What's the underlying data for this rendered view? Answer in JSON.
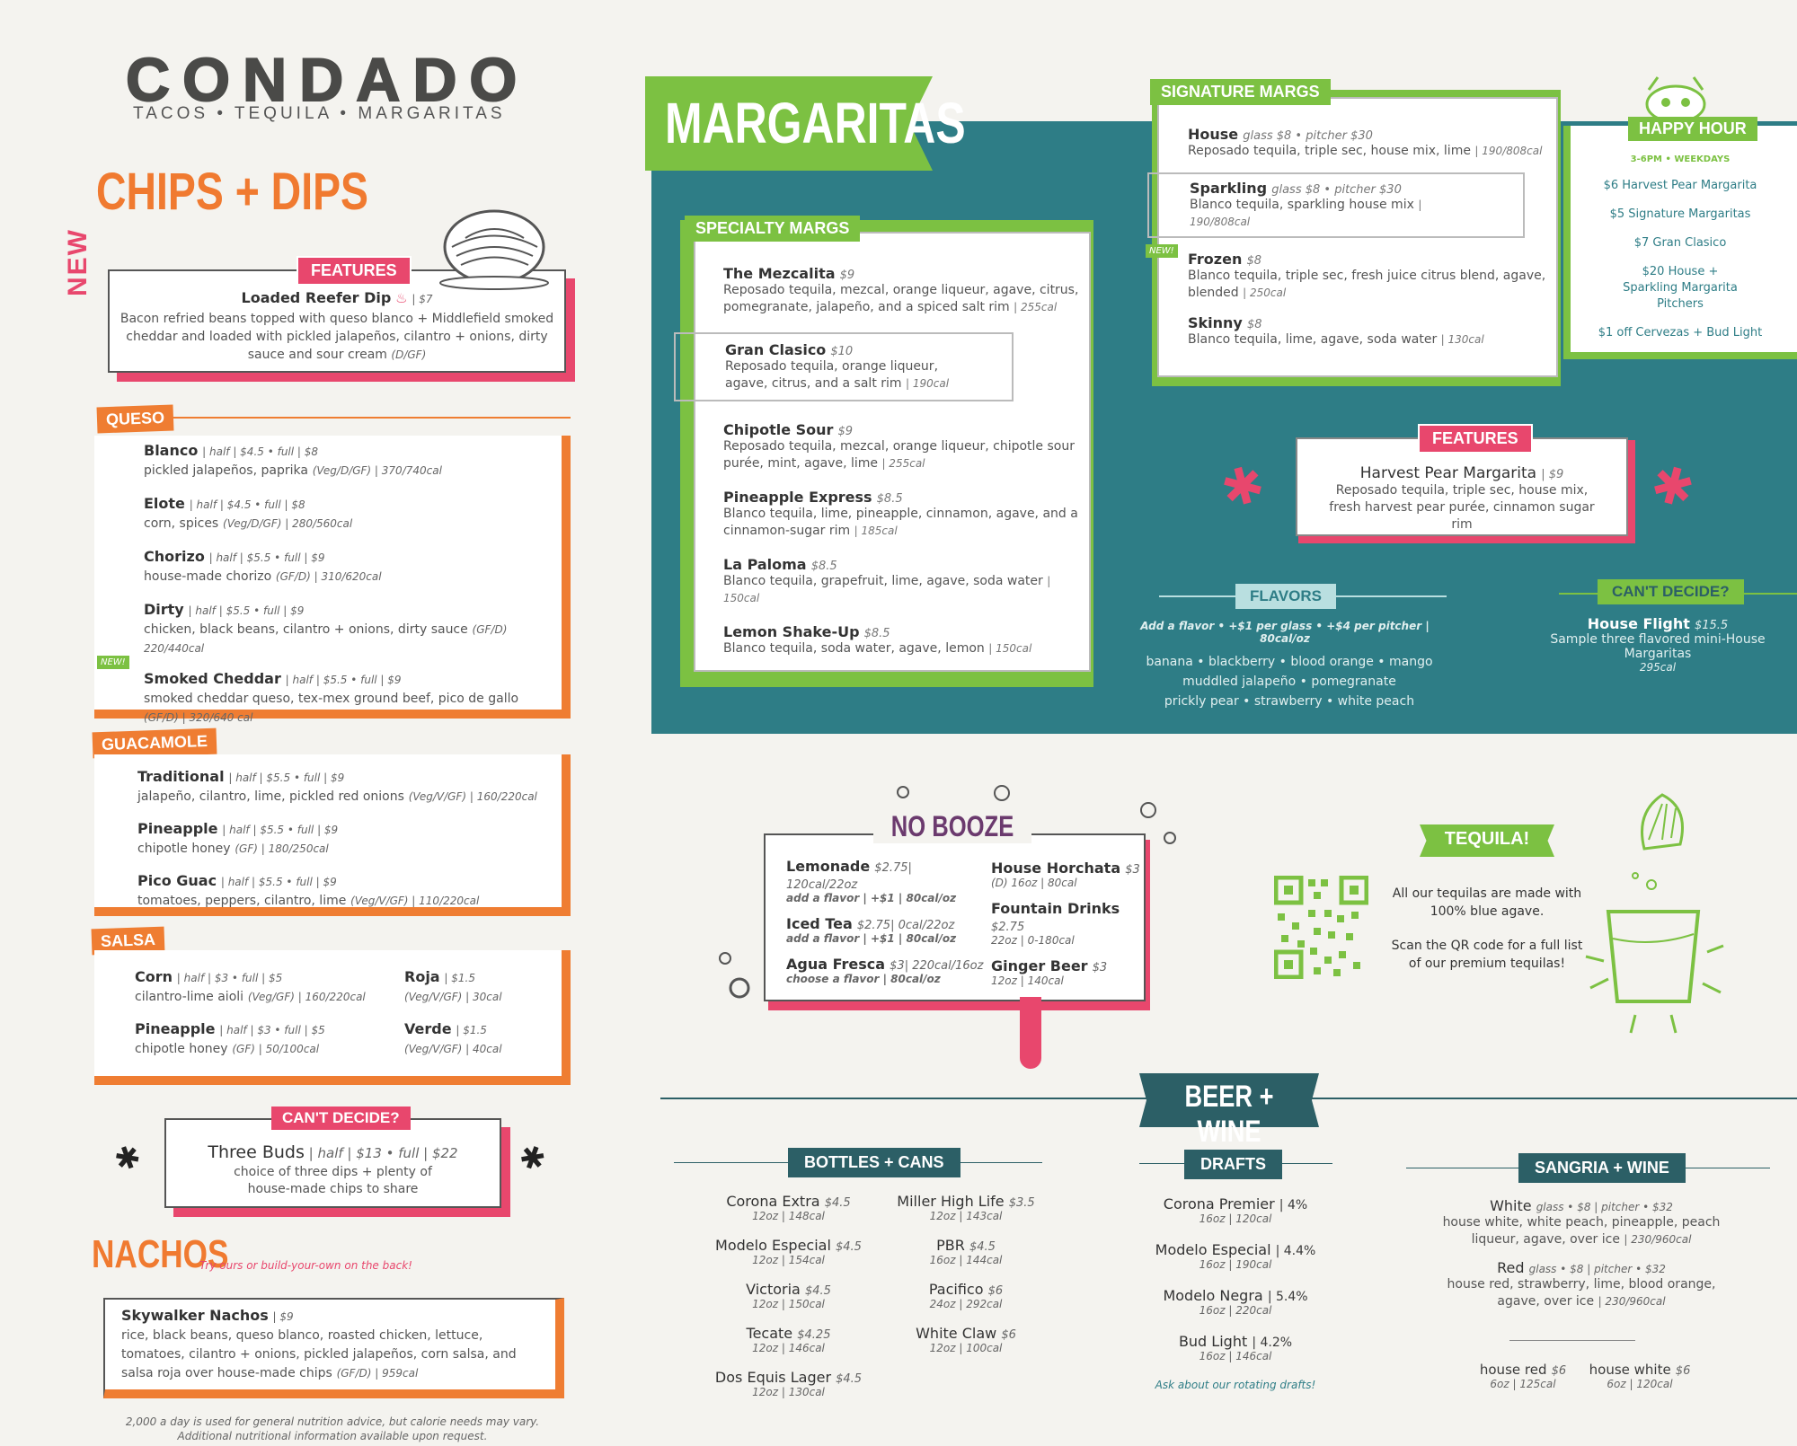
{
  "logo": {
    "title": "CONDADO",
    "tagline": "TACOS • TEQUILA • MARGARITAS"
  },
  "chips": {
    "heading": "CHIPS + DIPS",
    "new_label": "NEW",
    "features_tab": "FEATURES",
    "feature": {
      "name": "Loaded Reefer Dip",
      "price": "| $7",
      "desc": "Bacon refried beans topped with queso blanco + Middlefield smoked cheddar and loaded with pickled jalapeños, cilantro + onions, dirty sauce and sour cream",
      "tags": "(D/GF)"
    },
    "queso": {
      "tab": "QUESO",
      "items": [
        {
          "name": "Blanco",
          "price": "| half | $4.5 • full | $8",
          "desc": "pickled jalapeños, paprika",
          "meta": "(Veg/D/GF) | 370/740cal"
        },
        {
          "name": "Elote",
          "price": "| half | $4.5 • full | $8",
          "desc": "corn, spices",
          "meta": "(Veg/D/GF) | 280/560cal"
        },
        {
          "name": "Chorizo",
          "price": "| half | $5.5 • full | $9",
          "desc": "house-made chorizo",
          "meta": "(GF/D) | 310/620cal"
        },
        {
          "name": "Dirty",
          "price": "| half | $5.5 • full | $9",
          "desc": "chicken, black beans, cilantro + onions, dirty sauce",
          "meta": "(GF/D) 220/440cal"
        },
        {
          "name": "Smoked Cheddar",
          "price": "| half | $5.5 • full | $9",
          "desc": "smoked cheddar queso, tex-mex ground beef, pico de gallo",
          "meta": "(GF/D) | 320/640 cal"
        }
      ],
      "new_badge": "NEW!"
    },
    "guac": {
      "tab": "GUACAMOLE",
      "items": [
        {
          "name": "Traditional",
          "price": "| half | $5.5 • full | $9",
          "desc": "jalapeño, cilantro, lime, pickled red onions",
          "meta": "(Veg/V/GF) | 160/220cal"
        },
        {
          "name": "Pineapple",
          "price": "| half | $5.5 • full | $9",
          "desc": "chipotle honey",
          "meta": "(GF) | 180/250cal"
        },
        {
          "name": "Pico Guac",
          "price": "| half | $5.5 • full | $9",
          "desc": "tomatoes, peppers, cilantro, lime",
          "meta": "(Veg/V/GF) | 110/220cal"
        }
      ]
    },
    "salsa": {
      "tab": "SALSA",
      "items": [
        {
          "name": "Corn",
          "price": "| half | $3 • full | $5",
          "desc": "cilantro-lime aioli",
          "meta": "(Veg/GF) | 160/220cal"
        },
        {
          "name": "Pineapple",
          "price": "| half | $3 • full | $5",
          "desc": "chipotle honey",
          "meta": "(GF) | 50/100cal"
        },
        {
          "name": "Roja",
          "price": "| $1.5",
          "desc": "",
          "meta": "(Veg/V/GF) | 30cal"
        },
        {
          "name": "Verde",
          "price": "| $1.5",
          "desc": "",
          "meta": "(Veg/V/GF) | 40cal"
        }
      ]
    },
    "cant_decide": {
      "tab": "CAN'T DECIDE?",
      "name": "Three Buds",
      "price": "| half | $13 • full | $22",
      "desc": "choice of three dips + plenty of house-made chips to share"
    }
  },
  "nachos": {
    "heading": "NACHOS",
    "sub": "Try ours or build-your-own on the back!",
    "item": {
      "name": "Skywalker Nachos",
      "price": "| $9",
      "desc": "rice, black beans, queso blanco, roasted chicken, lettuce, tomatoes, cilantro + onions, pickled jalapeños, corn salsa, and salsa roja over house-made chips",
      "meta": "(GF/D) | 959cal"
    },
    "footnote1": "2,000 a day is used for general nutrition advice, but calorie needs may vary.",
    "footnote2": "Additional nutritional information available upon request."
  },
  "margaritas": {
    "heading": "MARGARITAS",
    "specialty_tab": "SPECIALTY MARGS",
    "specialty": [
      {
        "name": "The Mezcalita",
        "price": "$9",
        "desc": "Reposado tequila, mezcal, orange liqueur, agave, citrus, pomegranate, jalapeño, and a spiced salt rim",
        "cal": "| 255cal"
      },
      {
        "name": "Gran Clasico",
        "price": "$10",
        "desc": "Reposado tequila, orange liqueur, agave, citrus, and a salt rim",
        "cal": "| 190cal"
      },
      {
        "name": "Chipotle Sour",
        "price": "$9",
        "desc": "Reposado tequila, mezcal, orange liqueur, chipotle sour purée, mint, agave, lime",
        "cal": "| 255cal"
      },
      {
        "name": "Pineapple Express",
        "price": "$8.5",
        "desc": "Blanco tequila, lime, pineapple, cinnamon, agave, and a cinnamon-sugar rim",
        "cal": "| 185cal"
      },
      {
        "name": "La Paloma",
        "price": "$8.5",
        "desc": "Blanco tequila, grapefruit, lime, agave, soda water",
        "cal": "| 150cal"
      },
      {
        "name": "Lemon Shake-Up",
        "price": "$8.5",
        "desc": "Blanco tequila, soda water, agave, lemon",
        "cal": "| 150cal"
      }
    ],
    "signature_tab": "SIGNATURE MARGS",
    "signature": [
      {
        "name": "House",
        "price": "glass $8 • pitcher $30",
        "desc": "Reposado tequila, triple sec, house mix, lime",
        "cal": "| 190/808cal"
      },
      {
        "name": "Sparkling",
        "price": "glass $8 • pitcher $30",
        "desc": "Blanco tequila, sparkling house mix",
        "cal": "| 190/808cal"
      },
      {
        "name": "Frozen",
        "price": "$8",
        "desc": "Blanco tequila, triple sec, fresh juice citrus blend, agave, blended",
        "cal": "| 250cal"
      },
      {
        "name": "Skinny",
        "price": "$8",
        "desc": "Blanco tequila, lime, agave, soda water",
        "cal": "| 130cal"
      }
    ],
    "new_badge": "NEW!",
    "happy_hour": {
      "title": "HAPPY HOUR",
      "hours": "3-6PM • WEEKDAYS",
      "items": [
        "$6 Harvest Pear Margarita",
        "$5 Signature Margaritas",
        "$7 Gran Clasico",
        "$20 House + Sparkling Margarita Pitchers",
        "$1 off Cervezas + Bud Light"
      ]
    },
    "features_tab": "FEATURES",
    "feature": {
      "name": "Harvest Pear Margarita",
      "price": "| $9",
      "desc": "Reposado tequila, triple sec, house mix, fresh harvest pear purée, cinnamon sugar rim"
    },
    "flavors": {
      "tab": "FLAVORS",
      "note": "Add a flavor • +$1 per glass • +$4 per pitcher | 80cal/oz",
      "line1": "banana • blackberry • blood orange • mango",
      "line2": "muddled jalapeño • pomegranate",
      "line3": "prickly pear • strawberry • white peach"
    },
    "cant_decide": {
      "tab": "CAN'T DECIDE?",
      "name": "House Flight",
      "price": "$15.5",
      "desc": "Sample three flavored mini-House Margaritas",
      "cal": "295cal"
    }
  },
  "no_booze": {
    "heading": "NO BOOZE",
    "left": [
      {
        "name": "Lemonade",
        "price": "$2.75",
        "meta": "| 120cal/22oz",
        "sub": "add a flavor | +$1 | 80cal/oz"
      },
      {
        "name": "Iced Tea",
        "price": "$2.75",
        "meta": "| 0cal/22oz",
        "sub": "add a flavor | +$1 | 80cal/oz"
      },
      {
        "name": "Agua Fresca",
        "price": "$3",
        "meta": "| 220cal/16oz",
        "sub": "choose a flavor | 80cal/oz"
      }
    ],
    "right": [
      {
        "name": "House Horchata",
        "price": "$3",
        "sub": "(D) 16oz | 80cal"
      },
      {
        "name": "Fountain Drinks",
        "price": "$2.75",
        "sub": "22oz | 0-180cal"
      },
      {
        "name": "Ginger Beer",
        "price": "$3",
        "sub": "12oz | 140cal"
      }
    ]
  },
  "tequila": {
    "tab": "TEQUILA!",
    "line1": "All our tequilas are made with 100% blue agave.",
    "line2": "Scan the QR code for a full list of our premium tequilas!"
  },
  "beer_wine": {
    "heading": "BEER + WINE",
    "bottles_tab": "BOTTLES + CANS",
    "bottles_left": [
      {
        "name": "Corona Extra",
        "price": "$4.5",
        "sub": "12oz | 148cal"
      },
      {
        "name": "Modelo Especial",
        "price": "$4.5",
        "sub": "12oz | 154cal"
      },
      {
        "name": "Victoria",
        "price": "$4.5",
        "sub": "12oz | 150cal"
      },
      {
        "name": "Tecate",
        "price": "$4.25",
        "sub": "12oz | 146cal"
      },
      {
        "name": "Dos Equis Lager",
        "price": "$4.5",
        "sub": "12oz | 130cal"
      }
    ],
    "bottles_right": [
      {
        "name": "Miller High Life",
        "price": "$3.5",
        "sub": "12oz | 143cal"
      },
      {
        "name": "PBR",
        "price": "$4.5",
        "sub": "16oz | 144cal"
      },
      {
        "name": "Pacifico",
        "price": "$6",
        "sub": "24oz | 292cal"
      },
      {
        "name": "White Claw",
        "price": "$6",
        "sub": "12oz | 100cal"
      }
    ],
    "drafts_tab": "DRAFTS",
    "drafts": [
      {
        "name": "Corona Premier",
        "price": "| 4%",
        "sub": "16oz | 120cal"
      },
      {
        "name": "Modelo Especial",
        "price": "| 4.4%",
        "sub": "16oz | 190cal"
      },
      {
        "name": "Modelo Negra",
        "price": "| 5.4%",
        "sub": "16oz | 220cal"
      },
      {
        "name": "Bud Light",
        "price": "| 4.2%",
        "sub": "16oz | 146cal"
      }
    ],
    "drafts_note": "Ask about our rotating drafts!",
    "sangria_tab": "SANGRIA + WINE",
    "sangria": [
      {
        "name": "White",
        "price": "glass • $8 | pitcher • $32",
        "desc": "house white, white peach, pineapple, peach liqueur, agave, over ice",
        "cal": "| 230/960cal"
      },
      {
        "name": "Red",
        "price": "glass • $8 | pitcher • $32",
        "desc": "house red, strawberry, lime, blood orange, agave, over ice",
        "cal": "| 230/960cal"
      }
    ],
    "wines": [
      {
        "name": "house red",
        "price": "$6",
        "sub": "6oz | 125cal"
      },
      {
        "name": "house white",
        "price": "$6",
        "sub": "6oz | 120cal"
      }
    ]
  },
  "colors": {
    "orange": "#ef7d32",
    "pink": "#e8476d",
    "green": "#7cc142",
    "teal": "#2e7d86",
    "dark_teal": "#2c5f66"
  }
}
